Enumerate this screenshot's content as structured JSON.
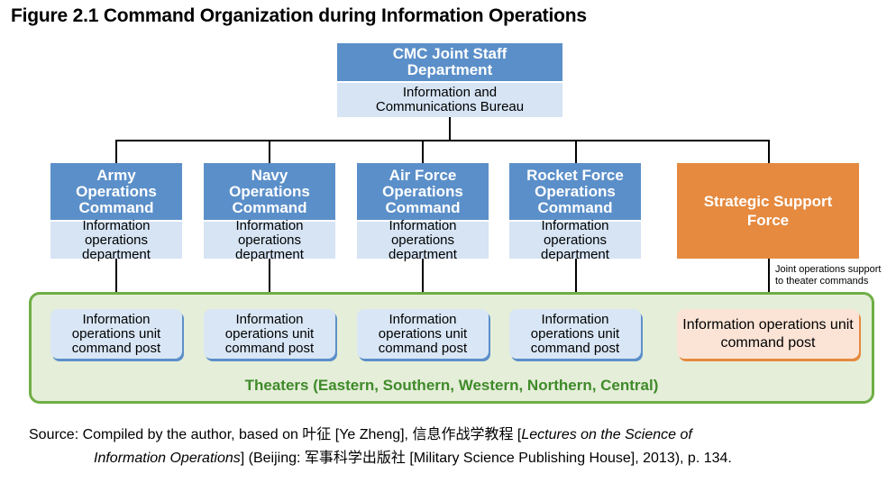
{
  "figure": {
    "title": "Figure 2.1  Command Organization during Information Operations"
  },
  "top": {
    "header": "CMC Joint Staff Department",
    "sub": "Information and Communications Bureau"
  },
  "commands": [
    {
      "header": "Army Operations Command",
      "sub": "Information operations department"
    },
    {
      "header": "Navy Operations Command",
      "sub": "Information operations department"
    },
    {
      "header": "Air Force Operations Command",
      "sub": "Information operations department"
    },
    {
      "header": "Rocket Force Operations Command",
      "sub": "Information operations department"
    }
  ],
  "ssf": {
    "label": "Strategic Support Force",
    "note": "Joint operations support to theater commands"
  },
  "theater": {
    "label": "Theaters (Eastern, Southern, Western, Northern, Central)",
    "posts": [
      "Information operations unit command post",
      "Information operations unit command post",
      "Information operations unit command post",
      "Information operations unit command post",
      "Information operations unit command post"
    ]
  },
  "source": {
    "prefix": "Source: Compiled by the author, based on 叶征 [Ye Zheng], 信息作战学教程 [",
    "title_part1": "Lectures on the Science of",
    "title_part2": "Information Operations",
    "suffix": "] (Beijing: 军事科学出版社 [Military Science Publishing House], 2013), p. 134."
  },
  "colors": {
    "header_blue": "#5b8fc9",
    "sub_blue": "#d6e4f4",
    "ssf_orange": "#e58a3f",
    "theater_green": "#6fae45",
    "theater_fill": "#e5eed9"
  }
}
